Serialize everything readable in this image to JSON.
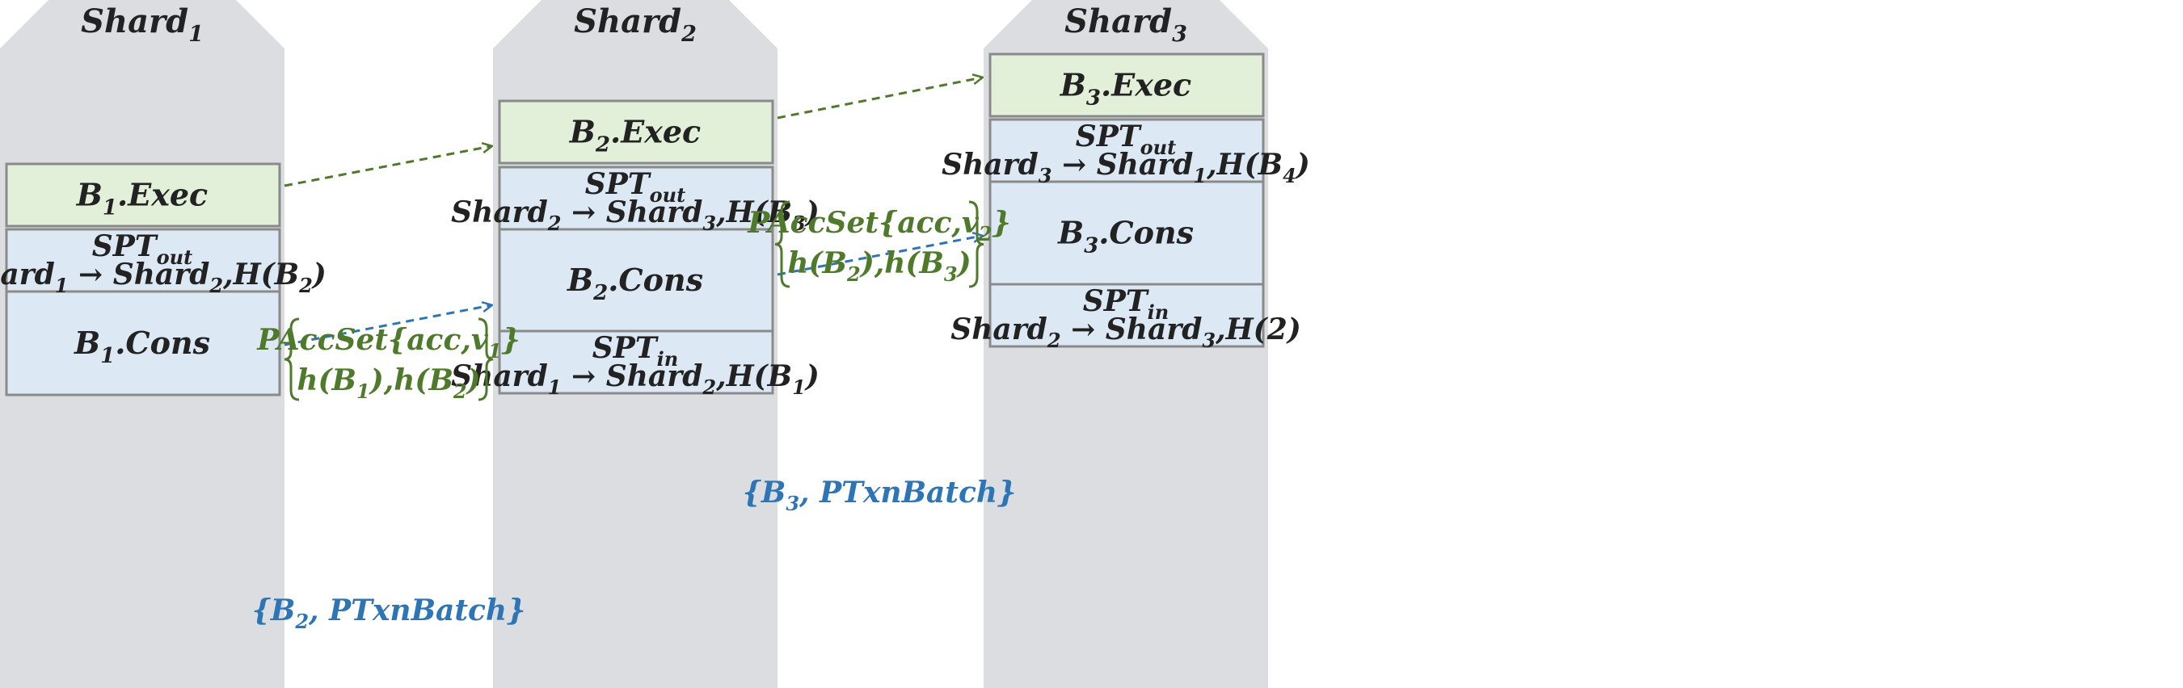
{
  "colors": {
    "shard_bg": "#dcdde0",
    "exec_fill": "#e2efd9",
    "cons_fill": "#dde8f5",
    "box_stroke": "#8a8a8a",
    "green": "#4f7a2b",
    "blue": "#2e75b6"
  },
  "shards": [
    {
      "title": "Shard",
      "title_sub": "1",
      "exec": {
        "main": "B",
        "sub": "1",
        "rest": ".Exec"
      },
      "spt_out": {
        "main": "SPT",
        "sub": "out",
        "route": [
          [
            "Shard",
            ""
          ],
          [
            "1",
            "sub"
          ],
          [
            " → Shard",
            ""
          ],
          [
            "2",
            "sub"
          ],
          [
            ",H(B",
            ""
          ],
          [
            "2",
            "sub"
          ],
          [
            ")",
            ""
          ]
        ]
      },
      "cons": {
        "main": "B",
        "sub": "1",
        "rest": ".Cons"
      }
    },
    {
      "title": "Shard",
      "title_sub": "2",
      "exec": {
        "main": "B",
        "sub": "2",
        "rest": ".Exec"
      },
      "spt_out": {
        "main": "SPT",
        "sub": "out",
        "route": [
          [
            "Shard",
            ""
          ],
          [
            "2",
            "sub"
          ],
          [
            " → Shard",
            ""
          ],
          [
            "3",
            "sub"
          ],
          [
            ",H(B",
            ""
          ],
          [
            "3",
            "sub"
          ],
          [
            ")",
            ""
          ]
        ]
      },
      "cons": {
        "main": "B",
        "sub": "2",
        "rest": ".Cons"
      },
      "spt_in": {
        "main": "SPT",
        "sub": "in",
        "route": [
          [
            "Shard",
            ""
          ],
          [
            "1",
            "sub"
          ],
          [
            " → Shard",
            ""
          ],
          [
            "2",
            "sub"
          ],
          [
            ",H(B",
            ""
          ],
          [
            "1",
            "sub"
          ],
          [
            ")",
            ""
          ]
        ]
      }
    },
    {
      "title": "Shard",
      "title_sub": "3",
      "exec": {
        "main": "B",
        "sub": "3",
        "rest": ".Exec"
      },
      "spt_out": {
        "main": "SPT",
        "sub": "out",
        "route": [
          [
            "Shard",
            ""
          ],
          [
            "3",
            "sub"
          ],
          [
            " → Shard",
            ""
          ],
          [
            "1",
            "sub"
          ],
          [
            ",H(B",
            ""
          ],
          [
            "4",
            "sub"
          ],
          [
            ")",
            ""
          ]
        ]
      },
      "cons": {
        "main": "B",
        "sub": "3",
        "rest": ".Cons"
      },
      "spt_in": {
        "main": "SPT",
        "sub": "in",
        "route": [
          [
            "Shard",
            ""
          ],
          [
            "2",
            "sub"
          ],
          [
            " → Shard",
            ""
          ],
          [
            "3",
            "sub"
          ],
          [
            ",H(2)",
            ""
          ]
        ]
      }
    }
  ],
  "green_labels": [
    {
      "line1": [
        [
          "PAccSet{acc,v",
          ""
        ],
        [
          "1",
          "sub"
        ],
        [
          "}",
          ""
        ]
      ],
      "line2": [
        [
          "h(B",
          ""
        ],
        [
          "1",
          "sub"
        ],
        [
          "),h(B",
          ""
        ],
        [
          "2",
          "sub"
        ],
        [
          ")",
          ""
        ]
      ]
    },
    {
      "line1": [
        [
          "PAccSet{acc,v",
          ""
        ],
        [
          "2",
          "sub"
        ],
        [
          "}",
          ""
        ]
      ],
      "line2": [
        [
          "h(B",
          ""
        ],
        [
          "2",
          "sub"
        ],
        [
          "),h(B",
          ""
        ],
        [
          "3",
          "sub"
        ],
        [
          ")",
          ""
        ]
      ]
    }
  ],
  "blue_labels": [
    [
      [
        "{B",
        ""
      ],
      [
        "2",
        "sub"
      ],
      [
        ", PTxnBatch}",
        ""
      ]
    ],
    [
      [
        "{B",
        ""
      ],
      [
        "3",
        "sub"
      ],
      [
        ", PTxnBatch}",
        ""
      ]
    ]
  ]
}
